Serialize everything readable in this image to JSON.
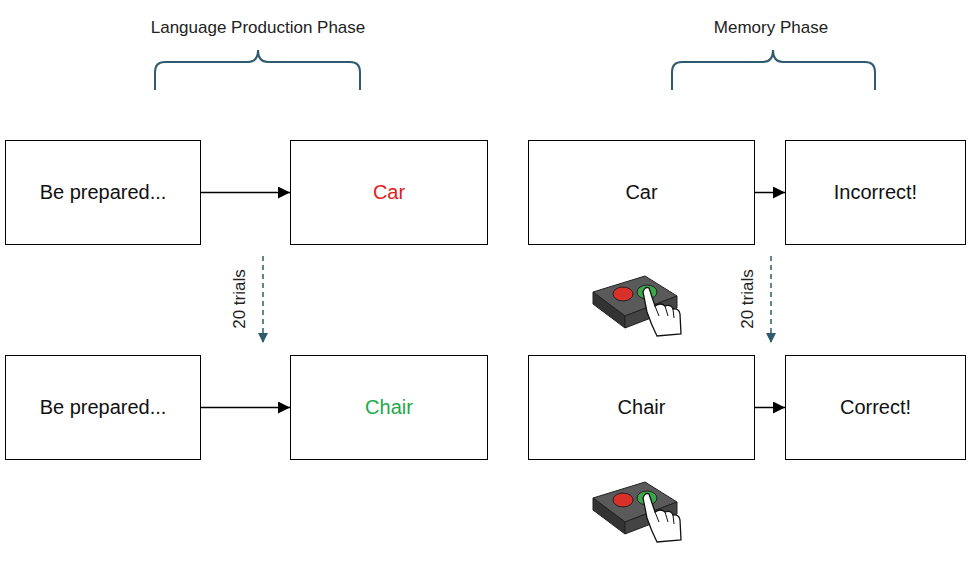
{
  "diagram": {
    "nodes": [
      {
        "text": [
          "Be prepared..."
        ]
      },
      {
        "text": [
          "Car"
        ]
      },
      {
        "text": [
          "Be prepared..."
        ]
      },
      {
        "text": [
          "Chair"
        ]
      },
      {
        "text": [
          "Car"
        ]
      },
      {
        "text": [
          "Incorrect!"
        ]
      },
      {
        "text": [
          "Chair"
        ]
      },
      {
        "text": [
          "Correct!"
        ]
      }
    ],
    "edges": [
      {
        "from": 0,
        "to": 1,
        "arrow": "to"
      },
      {
        "from": 2,
        "to": 3,
        "arrow": "to"
      },
      {
        "from": 4,
        "to": 5,
        "arrow": "to"
      },
      {
        "from": 6,
        "to": 7,
        "arrow": "to"
      }
    ],
    "labels": [
      "Language Production Phase",
      "Memory Phase",
      "20 trials",
      "20 trials"
    ]
  }
}
